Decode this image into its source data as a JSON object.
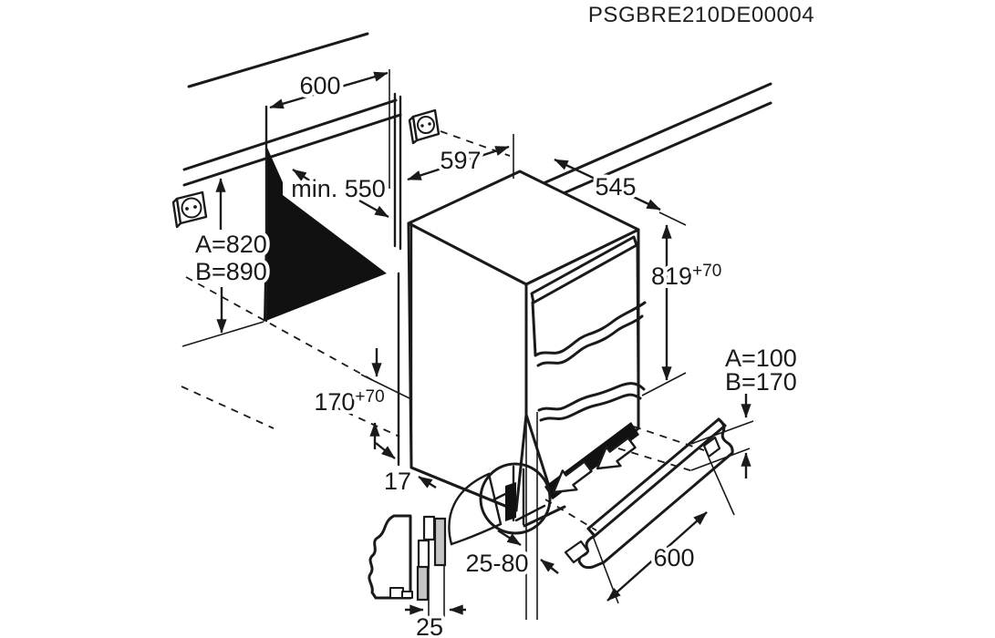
{
  "title": "PSGBRE210DE00004",
  "diagram_type": "built-under appliance installation dimensions",
  "colors": {
    "line": "#1a1a1a",
    "shadow_fill": "#111111",
    "plinth_gray": "#c5c5c5",
    "background": "#ffffff"
  },
  "icons": [
    "power-socket-icon-left-wall",
    "power-socket-icon-niche",
    "block-arrow-icon-upper",
    "block-arrow-icon-lower",
    "magnifier-callout-circle"
  ],
  "labels": {
    "niche_width": "600",
    "niche_depth": "min. 550",
    "niche_rear_width": "597",
    "appliance_depth": "545",
    "appliance_height": {
      "value": "819",
      "tolerance": "+70"
    },
    "niche_height_line1": "A=820",
    "niche_height_line2": "B=890",
    "plinth_height_line1": "A=100",
    "plinth_height_line2": "B=170",
    "plinth_recess_height": {
      "value": "170",
      "tolerance": "+70"
    },
    "side_clearance": "17",
    "plinth_setback_range": "25-80",
    "plinth_panel_thickness": "25",
    "plinth_panel_length": "600"
  }
}
